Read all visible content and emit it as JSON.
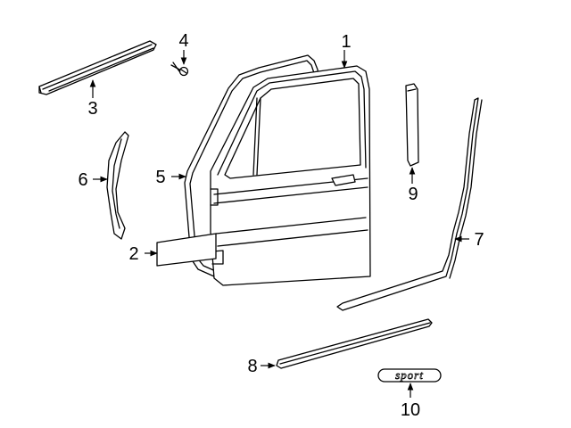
{
  "diagram": {
    "callouts": [
      {
        "id": "1",
        "label": "1"
      },
      {
        "id": "2",
        "label": "2"
      },
      {
        "id": "3",
        "label": "3"
      },
      {
        "id": "4",
        "label": "4"
      },
      {
        "id": "5",
        "label": "5"
      },
      {
        "id": "6",
        "label": "6"
      },
      {
        "id": "7",
        "label": "7"
      },
      {
        "id": "8",
        "label": "8"
      },
      {
        "id": "9",
        "label": "9"
      },
      {
        "id": "10",
        "label": "10"
      }
    ],
    "badge_text": "sport"
  }
}
